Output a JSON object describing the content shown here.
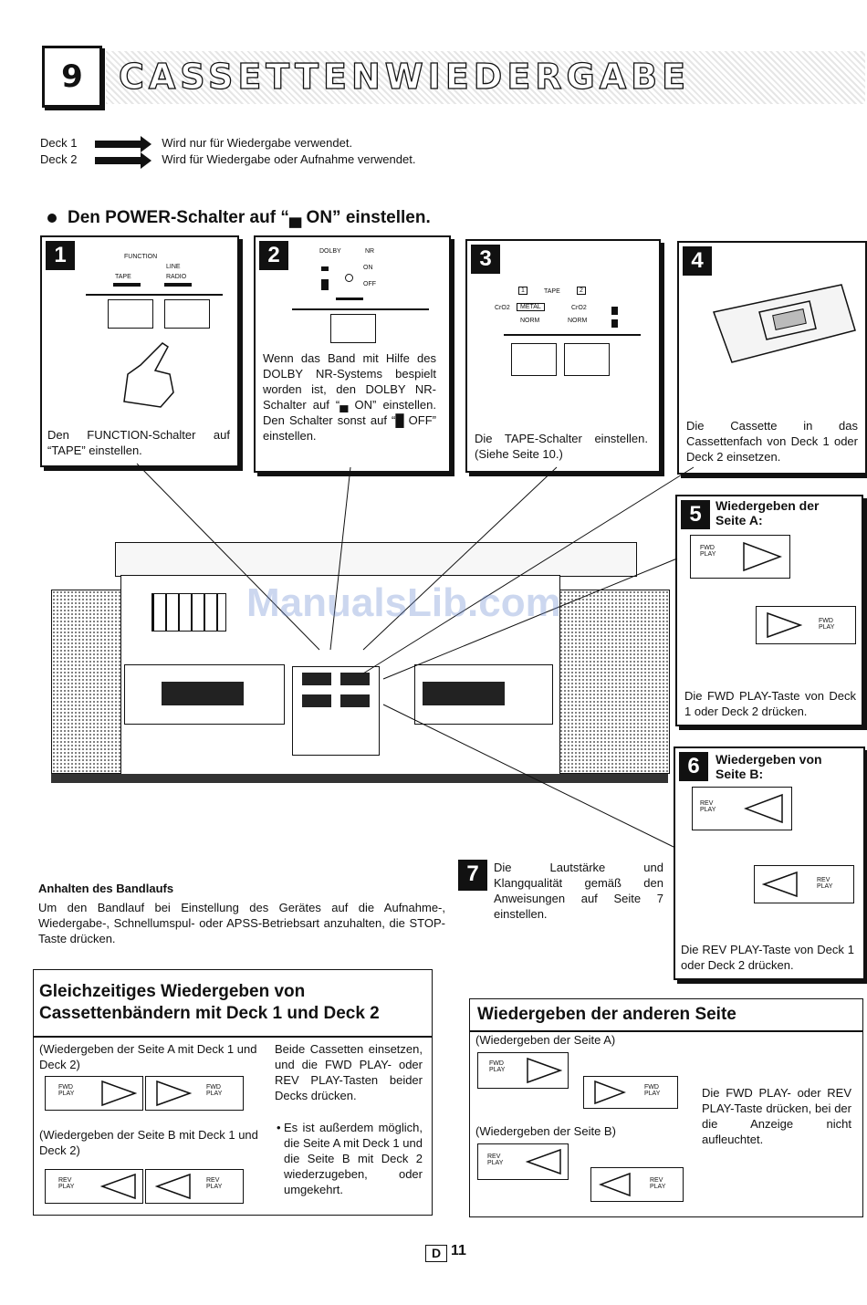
{
  "section": {
    "number": "9",
    "title": "CASSETTENWIEDERGABE"
  },
  "decks": [
    {
      "label": "Deck 1",
      "text": "Wird nur für Wiedergabe verwendet."
    },
    {
      "label": "Deck 2",
      "text": "Wird für Wiedergabe oder Aufnahme verwendet."
    }
  ],
  "power_heading": "Den POWER-Schalter auf “▄ ON” einstellen.",
  "steps": [
    {
      "n": "1",
      "text": "Den FUNCTION-Schalter auf “TAPE” einstellen.",
      "labels": [
        "FUNCTION",
        "LINE",
        "TAPE",
        "RADIO"
      ]
    },
    {
      "n": "2",
      "text": "Wenn das Band mit Hilfe des DOLBY NR-Systems bespielt worden ist, den DOLBY NR-Schalter auf “▄ ON” einstellen. Den Schalter sonst auf “█ OFF” einstellen.",
      "labels": [
        "DOLBY",
        "NR",
        "ON",
        "OFF"
      ]
    },
    {
      "n": "3",
      "text": "Die TAPE-Schalter einstellen. (Siehe Seite 10.)",
      "labels": [
        "1",
        "TAPE",
        "2",
        "CrO2",
        "METAL",
        "CrO2",
        "NORM",
        "NORM"
      ]
    },
    {
      "n": "4",
      "text": "Die Cassette in das Cassettenfach von Deck 1 oder Deck 2 einsetzen."
    },
    {
      "n": "5",
      "title": "Wiedergeben der Seite A:",
      "text": "Die FWD PLAY-Taste von Deck 1 oder Deck 2 drücken.",
      "labels": [
        "FWD PLAY",
        "FWD PLAY"
      ]
    },
    {
      "n": "6",
      "title": "Wiedergeben von Seite B:",
      "text": "Die REV PLAY-Taste von Deck 1 oder Deck 2 drücken.",
      "labels": [
        "REV PLAY",
        "REV PLAY"
      ]
    },
    {
      "n": "7",
      "text": "Die Lautstärke und Klangqualität gemäß den Anweisungen auf Seite 7 einstellen."
    }
  ],
  "stop": {
    "title": "Anhalten des Bandlaufs",
    "text": "Um den Bandlauf bei Einstellung des Gerätes auf die Aufnahme-, Wiedergabe-, Schnellumspul- oder APSS-Betriebsart anzuhalten, die STOP-Taste drücken."
  },
  "simul": {
    "title": "Gleichzeitiges Wiedergeben von Cassettenbändern mit Deck 1 und Deck 2",
    "sub_a": "(Wiedergeben der Seite A mit Deck 1 und Deck 2)",
    "sub_b": "(Wiedergeben der Seite B mit Deck 1 und Deck 2)",
    "text": "Beide Cassetten einsetzen, und die FWD PLAY- oder REV PLAY-Tasten beider Decks drücken.",
    "bullet": "Es ist außerdem möglich, die Seite A mit Deck 1 und die Seite B mit Deck 2 wiederzugeben, oder umgekehrt."
  },
  "other": {
    "title": "Wiedergeben der anderen Seite",
    "sub_a": "(Wiedergeben der Seite A)",
    "sub_b": "(Wiedergeben der Seite B)",
    "text": "Die FWD PLAY- oder REV PLAY-Taste drücken, bei der die Anzeige nicht aufleuchtet."
  },
  "button_labels": {
    "fwd": "FWD PLAY",
    "rev": "REV PLAY",
    "one": "1",
    "two": "2"
  },
  "watermark": "ManualsLib.com",
  "page": {
    "box": "D",
    "number": "11"
  }
}
